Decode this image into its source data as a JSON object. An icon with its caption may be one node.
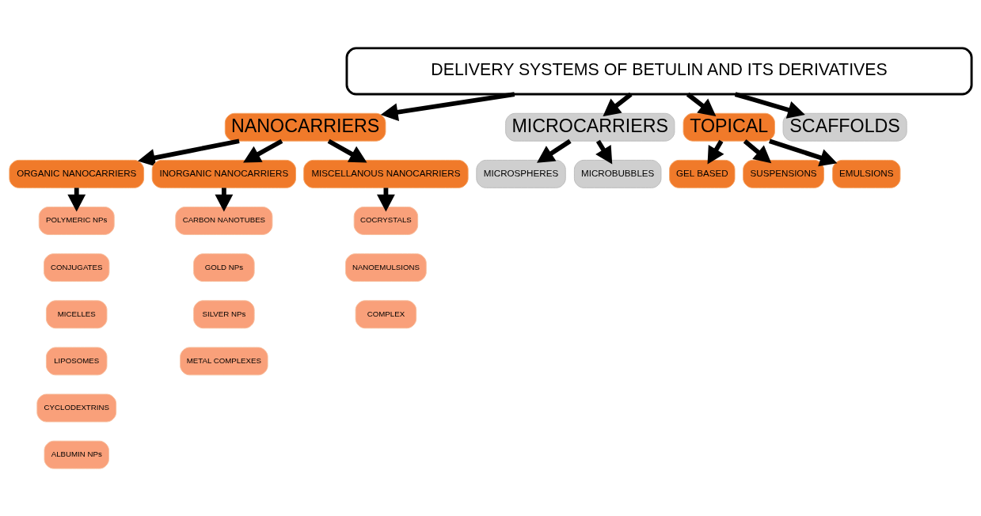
{
  "diagram": {
    "nodes": [
      {
        "text": [
          "DELIVERY SYSTEMS OF BETULIN AND ITS DERIVATIVES"
        ]
      },
      {
        "text": [
          "NANOCARRIERS"
        ]
      },
      {
        "text": [
          "MICROCARRIERS"
        ]
      },
      {
        "text": [
          "TOPICAL"
        ]
      },
      {
        "text": [
          "SCAFFOLDS"
        ]
      },
      {
        "text": [
          "ORGANIC NANOCARRIERS"
        ]
      },
      {
        "text": [
          "INORGANIC NANOCARRIERS"
        ]
      },
      {
        "text": [
          "MISCELLANOUS NANOCARRIERS"
        ]
      },
      {
        "text": [
          "MICROSPHERES"
        ]
      },
      {
        "text": [
          "MICROBUBBLES"
        ]
      },
      {
        "text": [
          "GEL BASED"
        ]
      },
      {
        "text": [
          "SUSPENSIONS"
        ]
      },
      {
        "text": [
          "EMULSIONS"
        ]
      },
      {
        "text": [
          "POLYMERIC NPs"
        ]
      },
      {
        "text": [
          "CONJUGATES"
        ]
      },
      {
        "text": [
          "MICELLES"
        ]
      },
      {
        "text": [
          "LIPOSOMES"
        ]
      },
      {
        "text": [
          "CYCLODEXTRINS"
        ]
      },
      {
        "text": [
          "ALBUMIN NPs"
        ]
      },
      {
        "text": [
          "CARBON NANOTUBES"
        ]
      },
      {
        "text": [
          "GOLD NPs"
        ]
      },
      {
        "text": [
          "SILVER NPs"
        ]
      },
      {
        "text": [
          "METAL COMPLEXES"
        ]
      },
      {
        "text": [
          "COCRYSTALS"
        ]
      },
      {
        "text": [
          "NANOEMULSIONS"
        ]
      },
      {
        "text": [
          "COMPLEX"
        ]
      }
    ],
    "edges": [
      {
        "from": 0,
        "to": 1,
        "arrow": "to"
      },
      {
        "from": 0,
        "to": 2,
        "arrow": "to"
      },
      {
        "from": 0,
        "to": 3,
        "arrow": "to"
      },
      {
        "from": 0,
        "to": 4,
        "arrow": "to"
      },
      {
        "from": 1,
        "to": 5,
        "arrow": "to"
      },
      {
        "from": 1,
        "to": 6,
        "arrow": "to"
      },
      {
        "from": 1,
        "to": 7,
        "arrow": "to"
      },
      {
        "from": 2,
        "to": 8,
        "arrow": "to"
      },
      {
        "from": 2,
        "to": 9,
        "arrow": "to"
      },
      {
        "from": 3,
        "to": 10,
        "arrow": "to"
      },
      {
        "from": 3,
        "to": 11,
        "arrow": "to"
      },
      {
        "from": 3,
        "to": 12,
        "arrow": "to"
      },
      {
        "from": 5,
        "to": 13,
        "arrow": "to"
      },
      {
        "from": 6,
        "to": 19,
        "arrow": "to"
      },
      {
        "from": 7,
        "to": 23,
        "arrow": "to"
      }
    ]
  }
}
